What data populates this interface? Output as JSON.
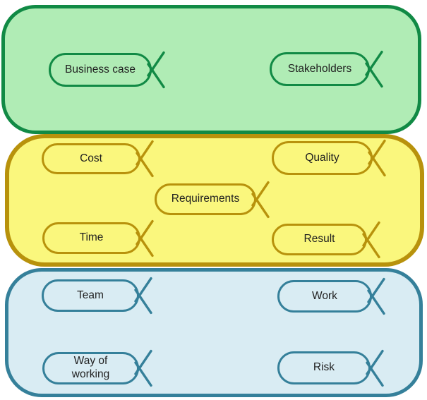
{
  "diagram": {
    "text_color": "#1f1f1f",
    "background": "#ffffff",
    "bands": [
      {
        "id": "top-green-band",
        "fill": "#b0ecb5",
        "stroke": "#118a45",
        "alphas": [
          {
            "label": "Business case"
          },
          {
            "label": "Stakeholders"
          }
        ]
      },
      {
        "id": "middle-yellow-band",
        "fill": "#faf77d",
        "stroke": "#b8920c",
        "alphas": [
          {
            "label": "Cost"
          },
          {
            "label": "Quality"
          },
          {
            "label": "Requirements"
          },
          {
            "label": "Time"
          },
          {
            "label": "Result"
          }
        ]
      },
      {
        "id": "bottom-blue-band",
        "fill": "#d9ecf3",
        "stroke": "#35809a",
        "alphas": [
          {
            "label": "Team"
          },
          {
            "label": "Work"
          },
          {
            "label": "Way of working"
          },
          {
            "label": "Risk"
          }
        ]
      }
    ]
  }
}
